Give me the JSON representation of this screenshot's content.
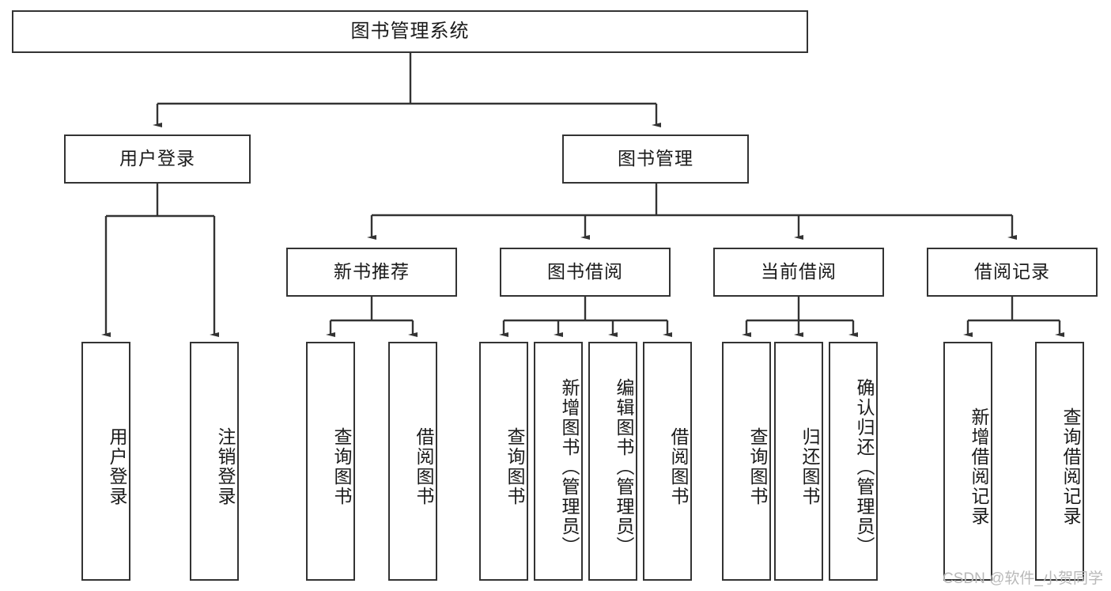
{
  "diagram": {
    "title": "图书管理系统",
    "type": "tree-hierarchy-chart",
    "watermark": "CSDN @软件_小贺同学",
    "line_color": "#333333",
    "box_fill": "#ffffff",
    "text_color": "#1a1a1a",
    "nodes": {
      "root": {
        "label": "图书管理系统"
      },
      "level2": [
        {
          "id": "user-login",
          "label": "用户登录"
        },
        {
          "id": "book-management",
          "label": "图书管理"
        }
      ],
      "level3": [
        {
          "id": "new-book-recommend",
          "label": "新书推荐"
        },
        {
          "id": "book-borrow",
          "label": "图书借阅"
        },
        {
          "id": "current-borrow",
          "label": "当前借阅"
        },
        {
          "id": "borrow-record",
          "label": "借阅记录"
        }
      ],
      "leaves": {
        "user_login": [
          {
            "id": "leaf-user-login",
            "label": "用户登录"
          },
          {
            "id": "leaf-logout-login",
            "label": "注销登录"
          }
        ],
        "new_book_recommend": [
          {
            "id": "leaf-query-book-1",
            "label": "查询图书"
          },
          {
            "id": "leaf-borrow-book-1",
            "label": "借阅图书"
          }
        ],
        "book_borrow": [
          {
            "id": "leaf-query-book-2",
            "label": "查询图书"
          },
          {
            "id": "leaf-add-book",
            "label": "新增图书（管理员）"
          },
          {
            "id": "leaf-edit-book",
            "label": "编辑图书（管理员）"
          },
          {
            "id": "leaf-borrow-book-2",
            "label": "借阅图书"
          }
        ],
        "current_borrow": [
          {
            "id": "leaf-query-book-3",
            "label": "查询图书"
          },
          {
            "id": "leaf-return-book",
            "label": "归还图书"
          },
          {
            "id": "leaf-confirm-return",
            "label": "确认归还（管理员）"
          }
        ],
        "borrow_record": [
          {
            "id": "leaf-add-record",
            "label": "新增借阅记录"
          },
          {
            "id": "leaf-query-record",
            "label": "查询借阅记录"
          }
        ]
      }
    }
  }
}
